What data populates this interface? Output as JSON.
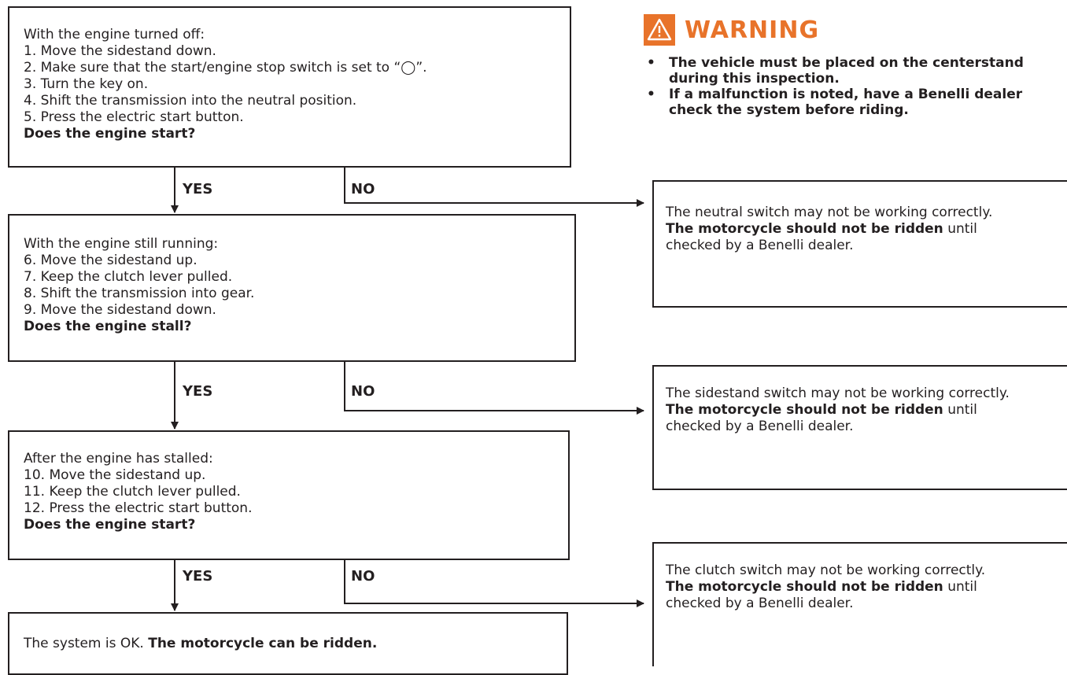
{
  "warning": {
    "title": "WARNING",
    "items": [
      [
        "The vehicle must be placed on the centerstand",
        "during this inspection."
      ],
      [
        "If a malfunction is noted, have a Benelli dealer",
        "check the system before riding."
      ]
    ]
  },
  "steps": [
    {
      "lines": [
        "With the engine turned off:",
        "1. Move the sidestand down.",
        "2. Make sure that the start/engine stop switch is set to “◯”.",
        "3. Turn the key on.",
        "4. Shift the transmission into the neutral position.",
        "5. Press the electric start button."
      ],
      "question": "Does the engine start?"
    },
    {
      "lines": [
        "With the engine still running:",
        "6. Move the sidestand up.",
        "7. Keep the clutch lever pulled.",
        "8. Shift the transmission into gear.",
        "9. Move the sidestand down."
      ],
      "question": "Does the engine stall?"
    },
    {
      "lines": [
        "After the engine has stalled:",
        "10. Move the sidestand up.",
        "11. Keep the clutch lever pulled.",
        "12. Press the electric start button."
      ],
      "question": "Does the engine start?"
    }
  ],
  "final": {
    "prefix": "The system is OK. ",
    "bold": "The motorcycle can be ridden."
  },
  "labels": {
    "yes": "YES",
    "no": "NO"
  },
  "results": [
    {
      "line1": "The neutral switch may not be working correctly.",
      "bold": "The motorcycle should not be ridden",
      "after_bold": " until",
      "line3": "checked by a Benelli dealer."
    },
    {
      "line1": "The sidestand switch may not be working correctly.",
      "bold": "The motorcycle should not be ridden",
      "after_bold": " until",
      "line3": "checked by a Benelli dealer."
    },
    {
      "line1": "The clutch switch may not be working correctly.",
      "bold": "The motorcycle should not be ridden",
      "after_bold": " until",
      "line3": "checked by a Benelli dealer."
    }
  ],
  "colors": {
    "warning": "#e8732a",
    "line": "#231f20"
  }
}
